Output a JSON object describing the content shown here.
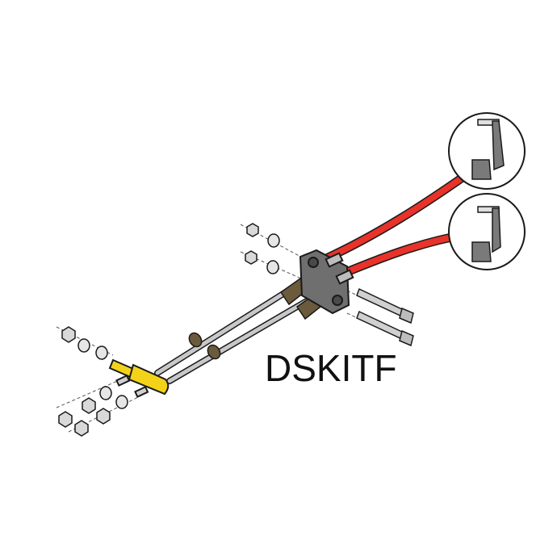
{
  "product": {
    "model_label": "DSKITF"
  },
  "parts": {
    "cables": [
      "control-cable-upper",
      "control-cable-lower"
    ],
    "levers": [
      "lever-detail-upper",
      "lever-detail-lower"
    ]
  },
  "colors": {
    "cable_jacket": "#e8322a",
    "rod": "#c8c8c8",
    "bracket": "#6f6f6f",
    "yoke": "#f3d21a",
    "ferrule": "#6b5a3c",
    "outline": "#1a1a1a",
    "lever": "#7a7a7a"
  }
}
